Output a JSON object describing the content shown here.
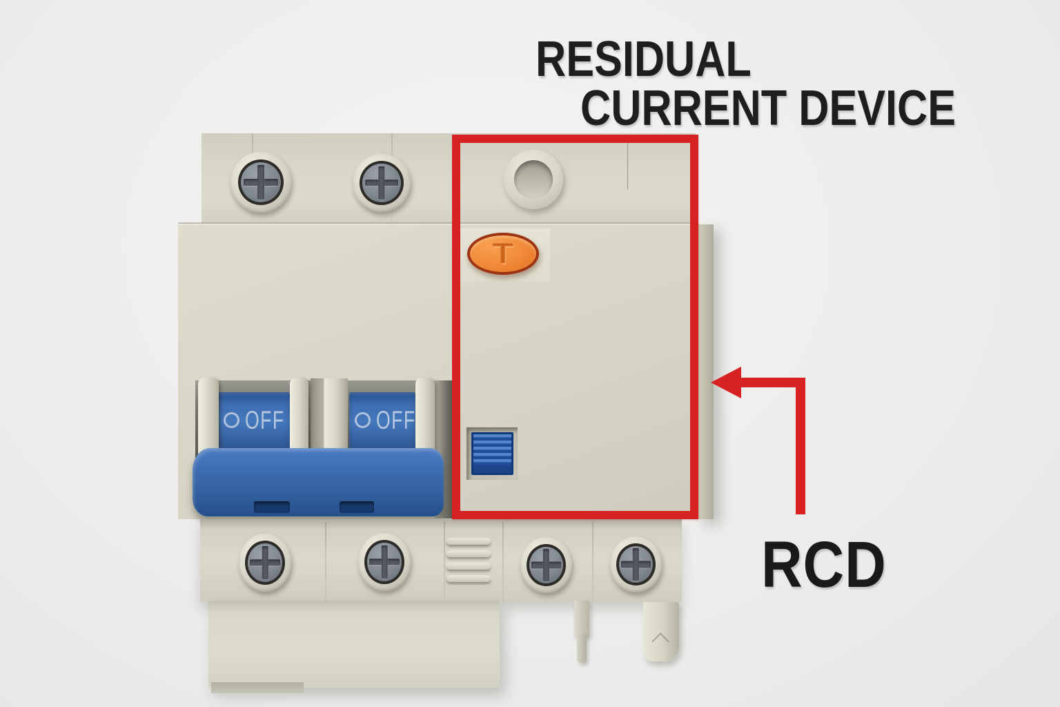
{
  "title": {
    "line1": "RESIDUAL",
    "line2": "CURRENT DEVICE",
    "color": "#1e1e1e"
  },
  "callout": {
    "label": "RCD",
    "color": "#d62222"
  },
  "device": {
    "test_button": {
      "label": "T",
      "color": "#ef8636"
    },
    "switches": [
      {
        "state_label": "OFF"
      },
      {
        "state_label": "OFF"
      }
    ],
    "colors": {
      "housing_beige": "#d8d6c7",
      "toggle_blue": "#3e6db1",
      "trip_slider_blue": "#2f5fa8",
      "screw_head_gray": "#7d838c",
      "highlight_red": "#d62222"
    }
  }
}
